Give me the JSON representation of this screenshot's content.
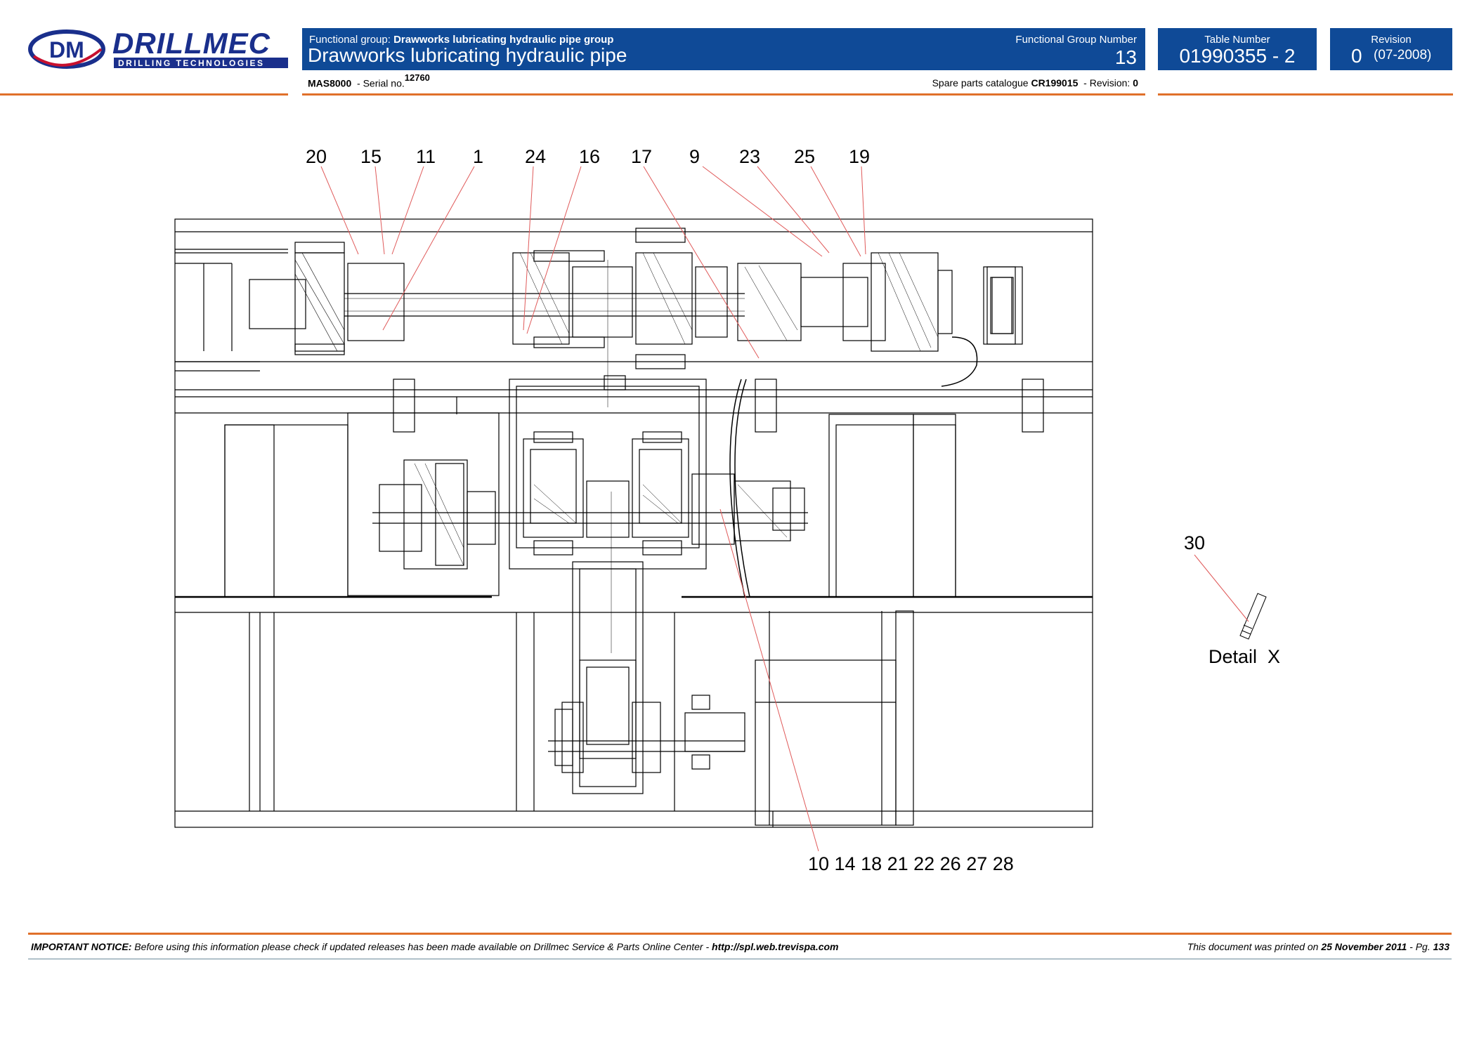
{
  "brand": {
    "logo_monogram": "DM",
    "logo_name": "DRILLMEC",
    "logo_tagline": "DRILLING TECHNOLOGIES"
  },
  "header": {
    "functional_group_label": "Functional group:",
    "functional_group_value": "Drawworks lubricating hydraulic pipe group",
    "title": "Drawworks lubricating hydraulic pipe",
    "functional_group_number_label": "Functional Group Number",
    "functional_group_number": "13",
    "table_number_label": "Table Number",
    "table_number": "01990355 - 2",
    "revision_label": "Revision",
    "revision_number": "0",
    "revision_date": "(07-2008)"
  },
  "subheader": {
    "model": "MAS8000",
    "serial_label": "- Serial no.",
    "serial_number": "12760",
    "catalogue_label": "Spare parts catalogue",
    "catalogue_number": "CR199015",
    "catalogue_revision_label": "- Revision:",
    "catalogue_revision": "0"
  },
  "drawing": {
    "callouts_top": [
      "20",
      "15",
      "11",
      "1",
      "24",
      "16",
      "17",
      "9",
      "23",
      "25",
      "19"
    ],
    "callouts_bottom": "10 14 18 21 22 26 27 28",
    "detail_callout": "30",
    "detail_label": "Detail  X"
  },
  "footer": {
    "notice_label": "IMPORTANT NOTICE:",
    "notice_text": "Before using this information please check if updated releases has been made available on Drillmec Service & Parts Online Center -",
    "notice_url": "http://spl.web.trevispa.com",
    "printed_label": "This document was printed on",
    "printed_date": "25 November 2011",
    "page_label": "- Pg.",
    "page_number": "133"
  },
  "colors": {
    "header_blue": "#0f4a97",
    "accent_orange": "#e0702a",
    "leader_red": "#e05a5a",
    "logo_blue": "#1a2f8c",
    "logo_red": "#c8102e"
  }
}
